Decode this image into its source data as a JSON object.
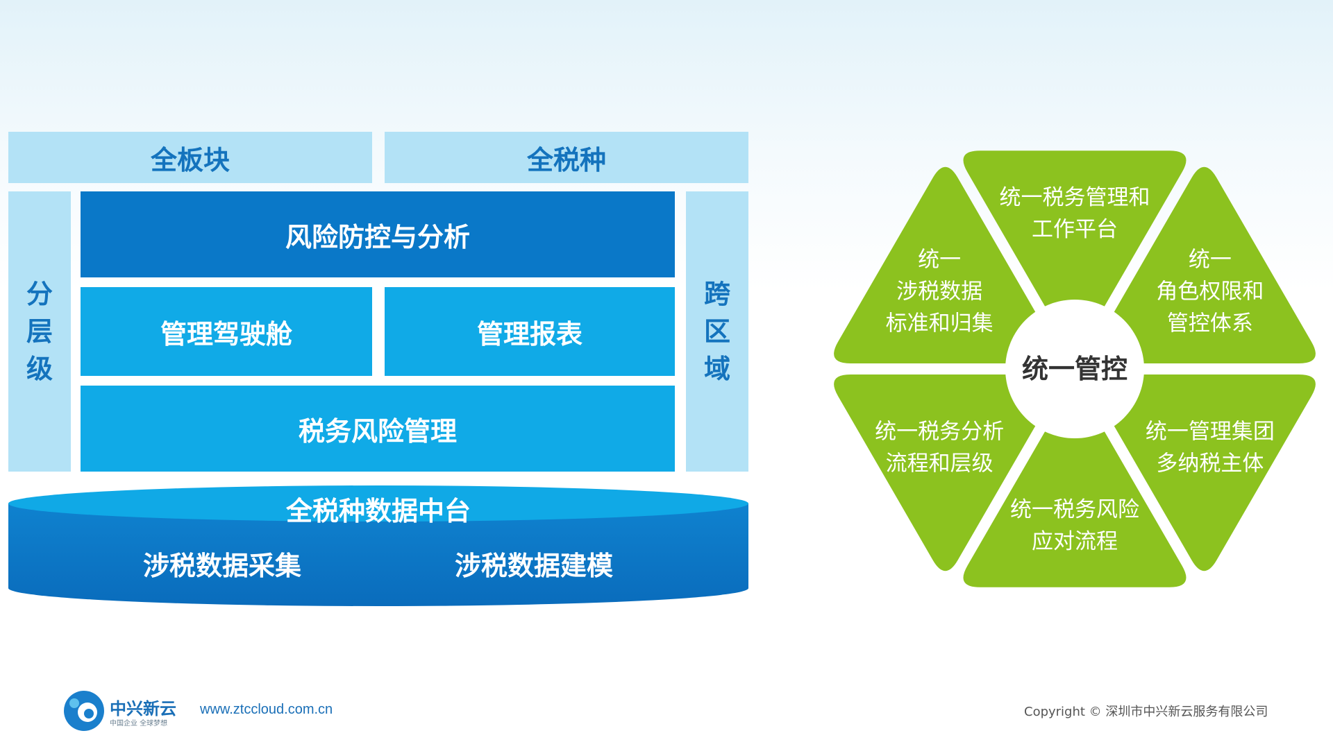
{
  "architecture": {
    "top_left": "全板块",
    "top_right": "全税种",
    "left_side": [
      "分",
      "层",
      "级"
    ],
    "right_side": [
      "跨",
      "区",
      "域"
    ],
    "risk_block": "风险防控与分析",
    "cockpit": "管理驾驶舱",
    "reports": "管理报表",
    "tax_risk": "税务风险管理",
    "platform_title": "全税种数据中台",
    "collect": "涉税数据采集",
    "model": "涉税数据建模"
  },
  "control": {
    "center": "统一管控",
    "segments": [
      {
        "lines": [
          "统一税务管理和",
          "工作平台"
        ]
      },
      {
        "lines": [
          "统一",
          "角色权限和",
          "管控体系"
        ]
      },
      {
        "lines": [
          "统一管理集团",
          "多纳税主体"
        ]
      },
      {
        "lines": [
          "统一税务风险",
          "应对流程"
        ]
      },
      {
        "lines": [
          "统一税务分析",
          "流程和层级"
        ]
      },
      {
        "lines": [
          "统一",
          "涉税数据",
          "标准和归集"
        ]
      }
    ]
  },
  "footer": {
    "logo_name": "中兴新云",
    "logo_slogan": "中国企业 全球梦想",
    "website": "www.ztccloud.com.cn",
    "copyright": "Copyright © 深圳市中兴新云服务有限公司"
  },
  "colors": {
    "light_blue": "#b3e2f6",
    "dark_blue": "#0a78c8",
    "mid_blue": "#10aae7",
    "green": "#8cc21f",
    "text_blue": "#1473bd"
  }
}
